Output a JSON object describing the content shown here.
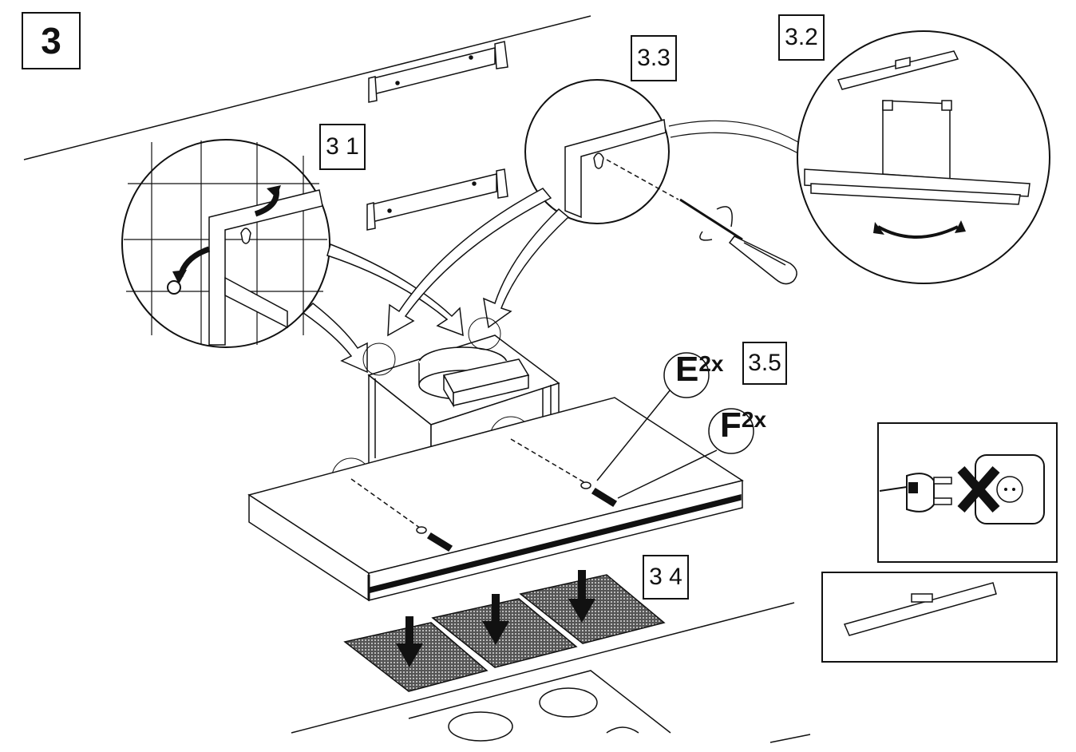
{
  "step": {
    "number": "3"
  },
  "substeps": {
    "s31": "3 1",
    "s32": "3.2",
    "s33": "3.3",
    "s34": "3 4",
    "s35": "3.5"
  },
  "parts": {
    "e": {
      "letter": "E",
      "qty": "2x"
    },
    "f": {
      "letter": "F",
      "qty": "2x"
    }
  },
  "colors": {
    "line": "#111111",
    "fill": "#ffffff",
    "mesh": "#3a3a3a"
  }
}
